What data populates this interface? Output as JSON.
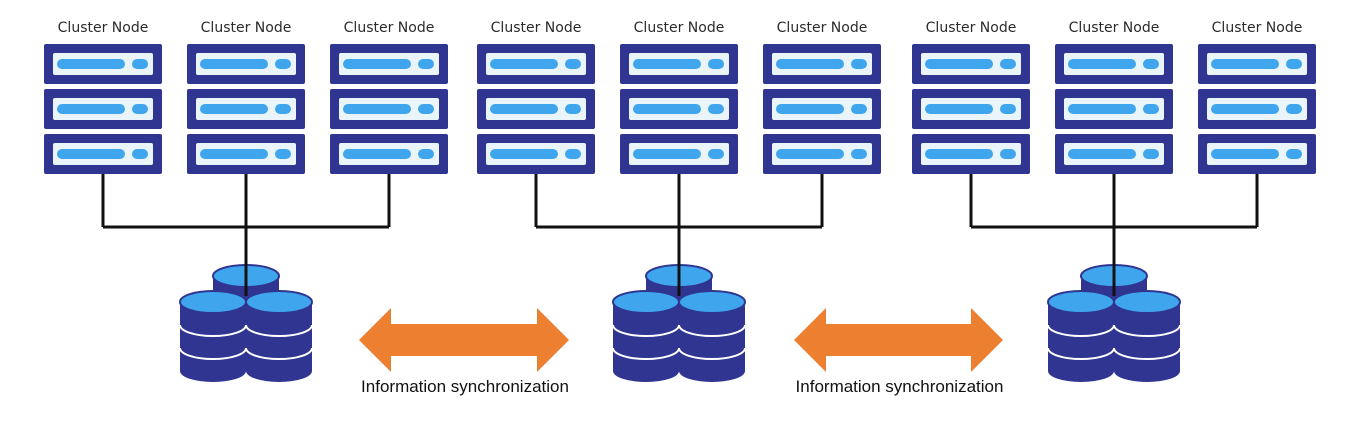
{
  "node_label": "Cluster Node",
  "sync_label": "Information synchronization",
  "groups": [
    {
      "nodes": [
        "Cluster Node",
        "Cluster Node",
        "Cluster Node"
      ]
    },
    {
      "nodes": [
        "Cluster Node",
        "Cluster Node",
        "Cluster Node"
      ]
    },
    {
      "nodes": [
        "Cluster Node",
        "Cluster Node",
        "Cluster Node"
      ]
    }
  ],
  "sync_links": [
    {
      "from": 0,
      "to": 1,
      "label": "Information synchronization"
    },
    {
      "from": 1,
      "to": 2,
      "label": "Information synchronization"
    }
  ],
  "colors": {
    "server_body": "#2f3590",
    "server_slot": "#eaf4fb",
    "server_light": "#3fa6ee",
    "database": "#2f3590",
    "database_top": "#3fa6ee",
    "connector": "#111111",
    "arrow": "#ed7f31"
  }
}
